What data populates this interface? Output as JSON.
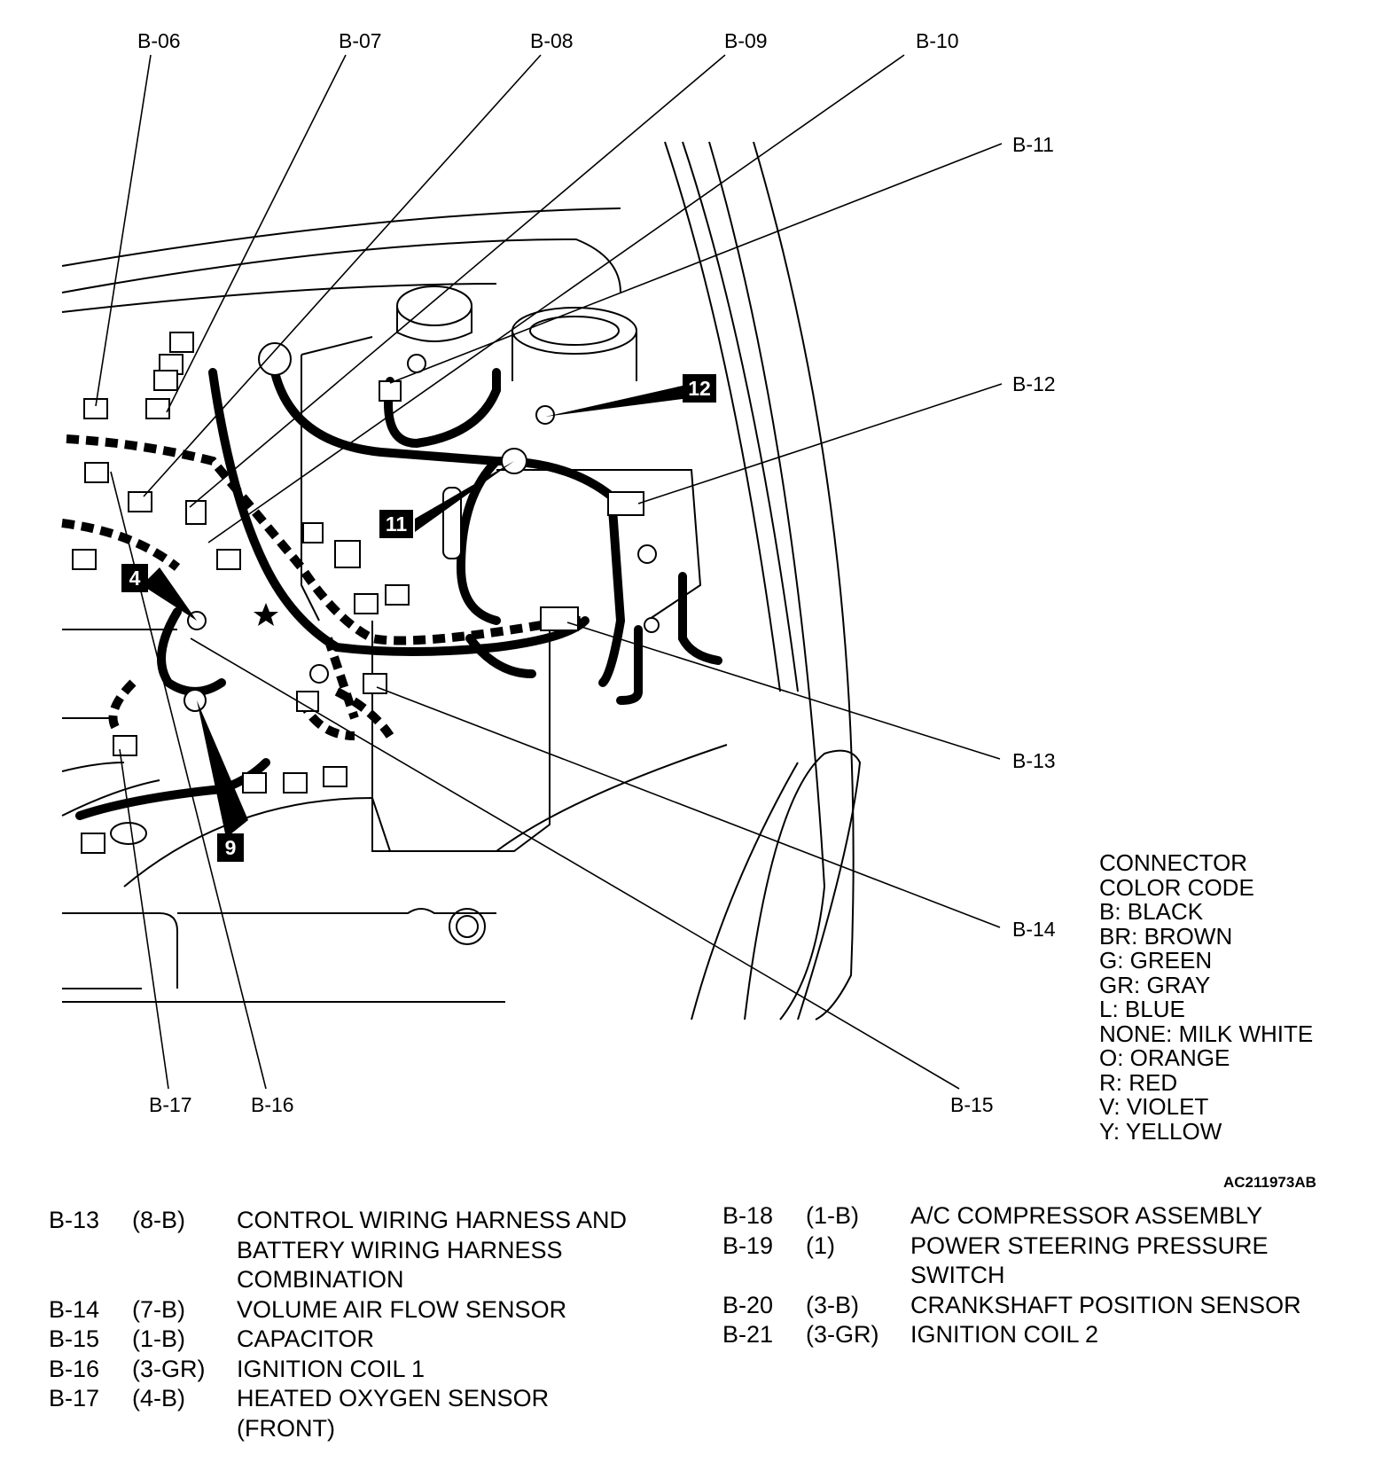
{
  "connector_labels": {
    "b06": "B-06",
    "b07": "B-07",
    "b08": "B-08",
    "b09": "B-09",
    "b10": "B-10",
    "b11": "B-11",
    "b12": "B-12",
    "b13": "B-13",
    "b14": "B-14",
    "b15": "B-15",
    "b16": "B-16",
    "b17": "B-17"
  },
  "callouts": {
    "c4": "4",
    "c9": "9",
    "c11": "11",
    "c12": "12"
  },
  "color_code": {
    "title_line1": "CONNECTOR",
    "title_line2": "COLOR CODE",
    "entries": [
      "B: BLACK",
      "BR: BROWN",
      "G: GREEN",
      "GR: GRAY",
      "L: BLUE",
      "NONE: MILK WHITE",
      "O: ORANGE",
      "R: RED",
      "V: VIOLET",
      "Y: YELLOW"
    ]
  },
  "figure_id": "AC211973AB",
  "connector_table_left": [
    {
      "id": "B-13",
      "code": "(8-B)",
      "name_lines": [
        "CONTROL WIRING HARNESS AND",
        "BATTERY WIRING HARNESS",
        "COMBINATION"
      ]
    },
    {
      "id": "B-14",
      "code": "(7-B)",
      "name_lines": [
        "VOLUME AIR FLOW SENSOR"
      ]
    },
    {
      "id": "B-15",
      "code": "(1-B)",
      "name_lines": [
        "CAPACITOR"
      ]
    },
    {
      "id": "B-16",
      "code": "(3-GR)",
      "name_lines": [
        "IGNITION COIL 1"
      ]
    },
    {
      "id": "B-17",
      "code": "(4-B)",
      "name_lines": [
        "HEATED OXYGEN SENSOR",
        "(FRONT)"
      ]
    }
  ],
  "connector_table_right": [
    {
      "id": "B-18",
      "code": "(1-B)",
      "name_lines": [
        "A/C COMPRESSOR ASSEMBLY"
      ]
    },
    {
      "id": "B-19",
      "code": "(1)",
      "name_lines": [
        "POWER STEERING PRESSURE",
        "SWITCH"
      ]
    },
    {
      "id": "B-20",
      "code": "(3-B)",
      "name_lines": [
        "CRANKSHAFT POSITION SENSOR"
      ]
    },
    {
      "id": "B-21",
      "code": "(3-GR)",
      "name_lines": [
        "IGNITION COIL 2"
      ]
    }
  ]
}
